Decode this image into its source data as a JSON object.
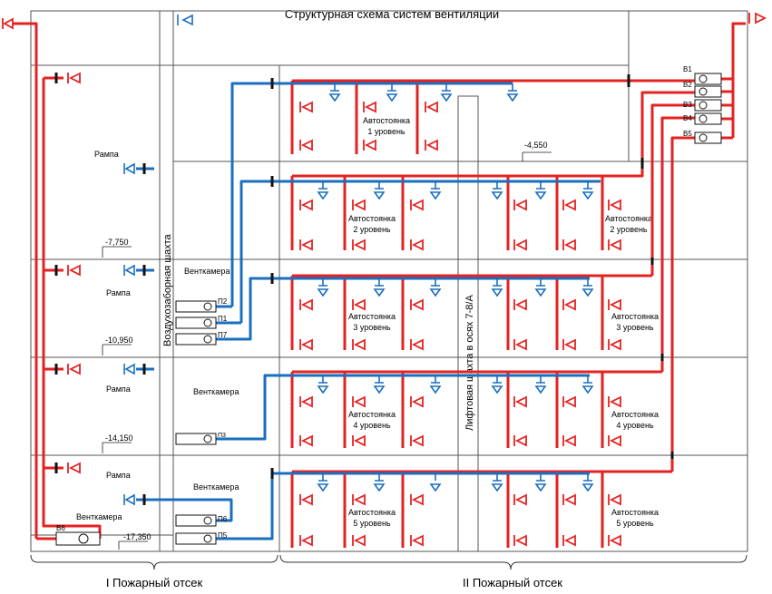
{
  "title": "Структурная схема систем вентиляции",
  "shaft_label": "Воздухозаборная шахта",
  "lift_label": "Лифтовая  шахта в осях 7-8/А",
  "fire_zone_1": "I Пожарный отсек",
  "fire_zone_2": "II Пожарный отсек",
  "ramp_label": "Рампа",
  "ventchamber_label": "Венткамера",
  "parking": {
    "l1": [
      "Автостоянка",
      "1 уровень"
    ],
    "l2": [
      "Автостоянка",
      "2 уровень"
    ],
    "l3": [
      "Автостоянка",
      "3 уровень"
    ],
    "l4": [
      "Автостоянка",
      "4 уровень"
    ],
    "l5": [
      "Автостоянка",
      "5 уровень"
    ]
  },
  "elevations": [
    "-4,550",
    "-7,750",
    "-10,950",
    "-14,150",
    "-17,350"
  ],
  "exhaust_units": [
    "В1",
    "В2",
    "В3",
    "В4",
    "В5",
    "В6"
  ],
  "supply_units": [
    "П1",
    "П2",
    "П3",
    "П5",
    "П6",
    "П7"
  ],
  "colors": {
    "exhaust": "#e52222",
    "supply": "#1a6fbf",
    "frame": "#555555",
    "ink": "#111111"
  }
}
